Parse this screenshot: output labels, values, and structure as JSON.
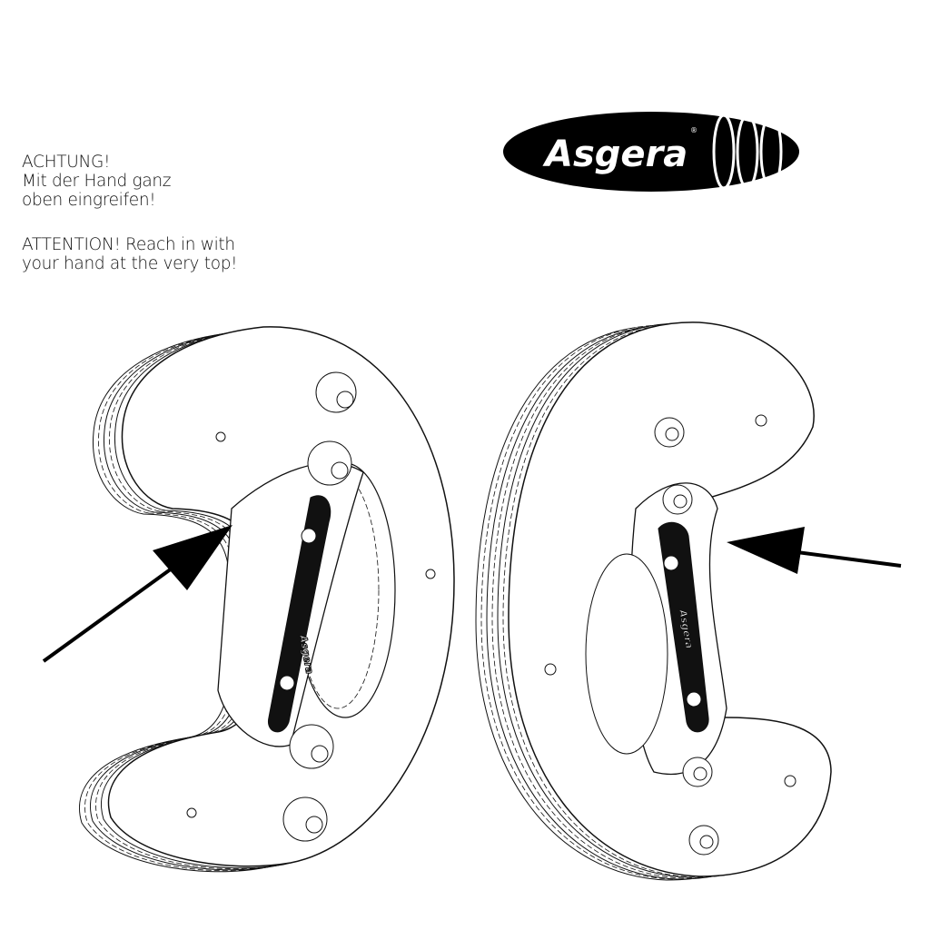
{
  "warning_de": {
    "lines": [
      "ACHTUNG!",
      "Mit der Hand ganz",
      "oben eingreifen!"
    ]
  },
  "warning_en": {
    "lines": [
      "ATTENTION! Reach in with",
      "your hand at the very top!"
    ]
  },
  "logo": {
    "text": "Asgera",
    "registered": "®"
  },
  "handle_label": "Asgera",
  "colors": {
    "ink": "#111111",
    "background": "#ffffff"
  }
}
